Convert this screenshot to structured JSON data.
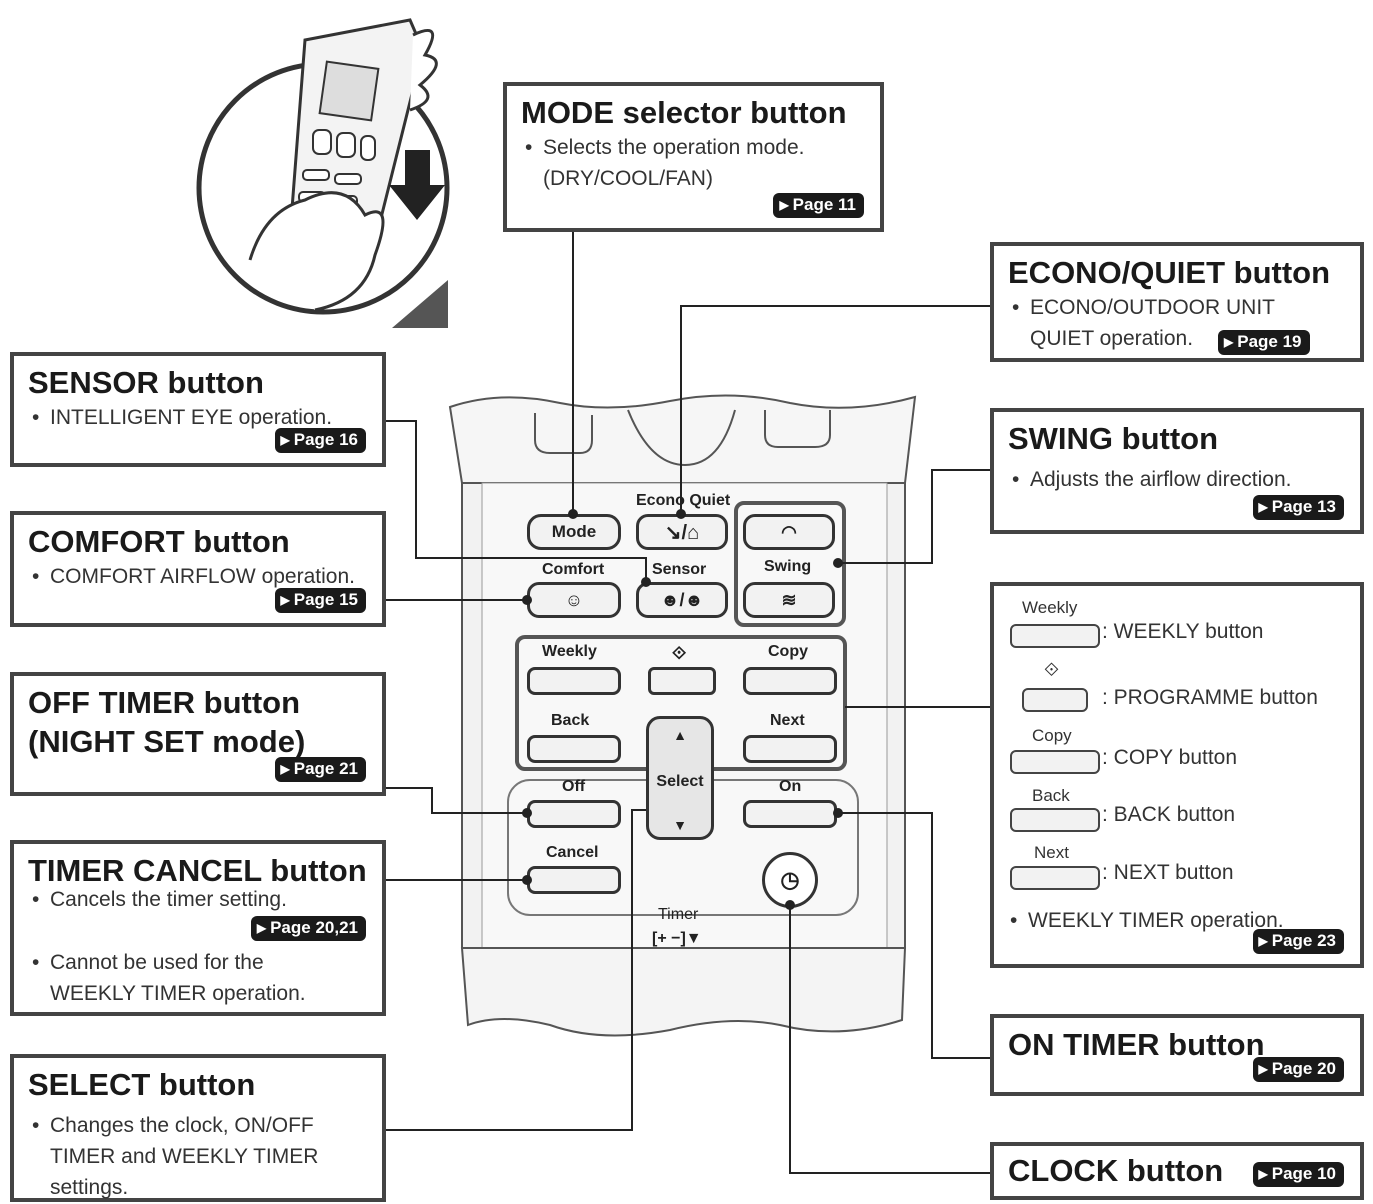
{
  "boxes": {
    "mode": {
      "title": "MODE selector button",
      "desc": "Selects the operation mode.",
      "desc2": "(DRY/COOL/FAN)",
      "page": "Page 11"
    },
    "econo": {
      "title": "ECONO/QUIET button",
      "desc": "ECONO/OUTDOOR UNIT",
      "desc2": "QUIET operation.",
      "page": "Page 19"
    },
    "sensor": {
      "title": "SENSOR button",
      "desc": "INTELLIGENT EYE operation.",
      "page": "Page 16"
    },
    "swing": {
      "title": "SWING button",
      "desc": "Adjusts the airflow direction.",
      "page": "Page 13"
    },
    "comfort": {
      "title": "COMFORT button",
      "desc": "COMFORT AIRFLOW operation.",
      "page": "Page 15"
    },
    "offtimer": {
      "title": "OFF TIMER button",
      "title2": "(NIGHT SET mode)",
      "page": "Page 21"
    },
    "cancel": {
      "title": "TIMER CANCEL button",
      "desc": "Cancels the timer setting.",
      "page": "Page 20,21",
      "desc2": "Cannot be used for the",
      "desc3": "WEEKLY TIMER operation."
    },
    "select": {
      "title": "SELECT button",
      "desc": "Changes the clock, ON/OFF",
      "desc2": "TIMER and WEEKLY TIMER",
      "desc3": "settings."
    },
    "ontimer": {
      "title": "ON TIMER button",
      "page": "Page 20"
    },
    "clock": {
      "title": "CLOCK button",
      "page": "Page 10"
    },
    "weekly": {
      "items": [
        {
          "label": "Weekly",
          "desc": ": WEEKLY button"
        },
        {
          "label": "⟐",
          "desc": ": PROGRAMME button"
        },
        {
          "label": "Copy",
          "desc": ": COPY button"
        },
        {
          "label": "Back",
          "desc": ": BACK button"
        },
        {
          "label": "Next",
          "desc": ": NEXT button"
        }
      ],
      "desc": "WEEKLY TIMER operation.",
      "page": "Page 23"
    }
  },
  "remote": {
    "mode": "Mode",
    "econo_quiet": "Econo Quiet",
    "comfort": "Comfort",
    "sensor": "Sensor",
    "swing": "Swing",
    "weekly": "Weekly",
    "programme": "⟐",
    "copy": "Copy",
    "back": "Back",
    "next": "Next",
    "select": "Select",
    "off": "Off",
    "on": "On",
    "cancel": "Cancel",
    "timer": "Timer",
    "up": "▲",
    "down": "▼"
  }
}
